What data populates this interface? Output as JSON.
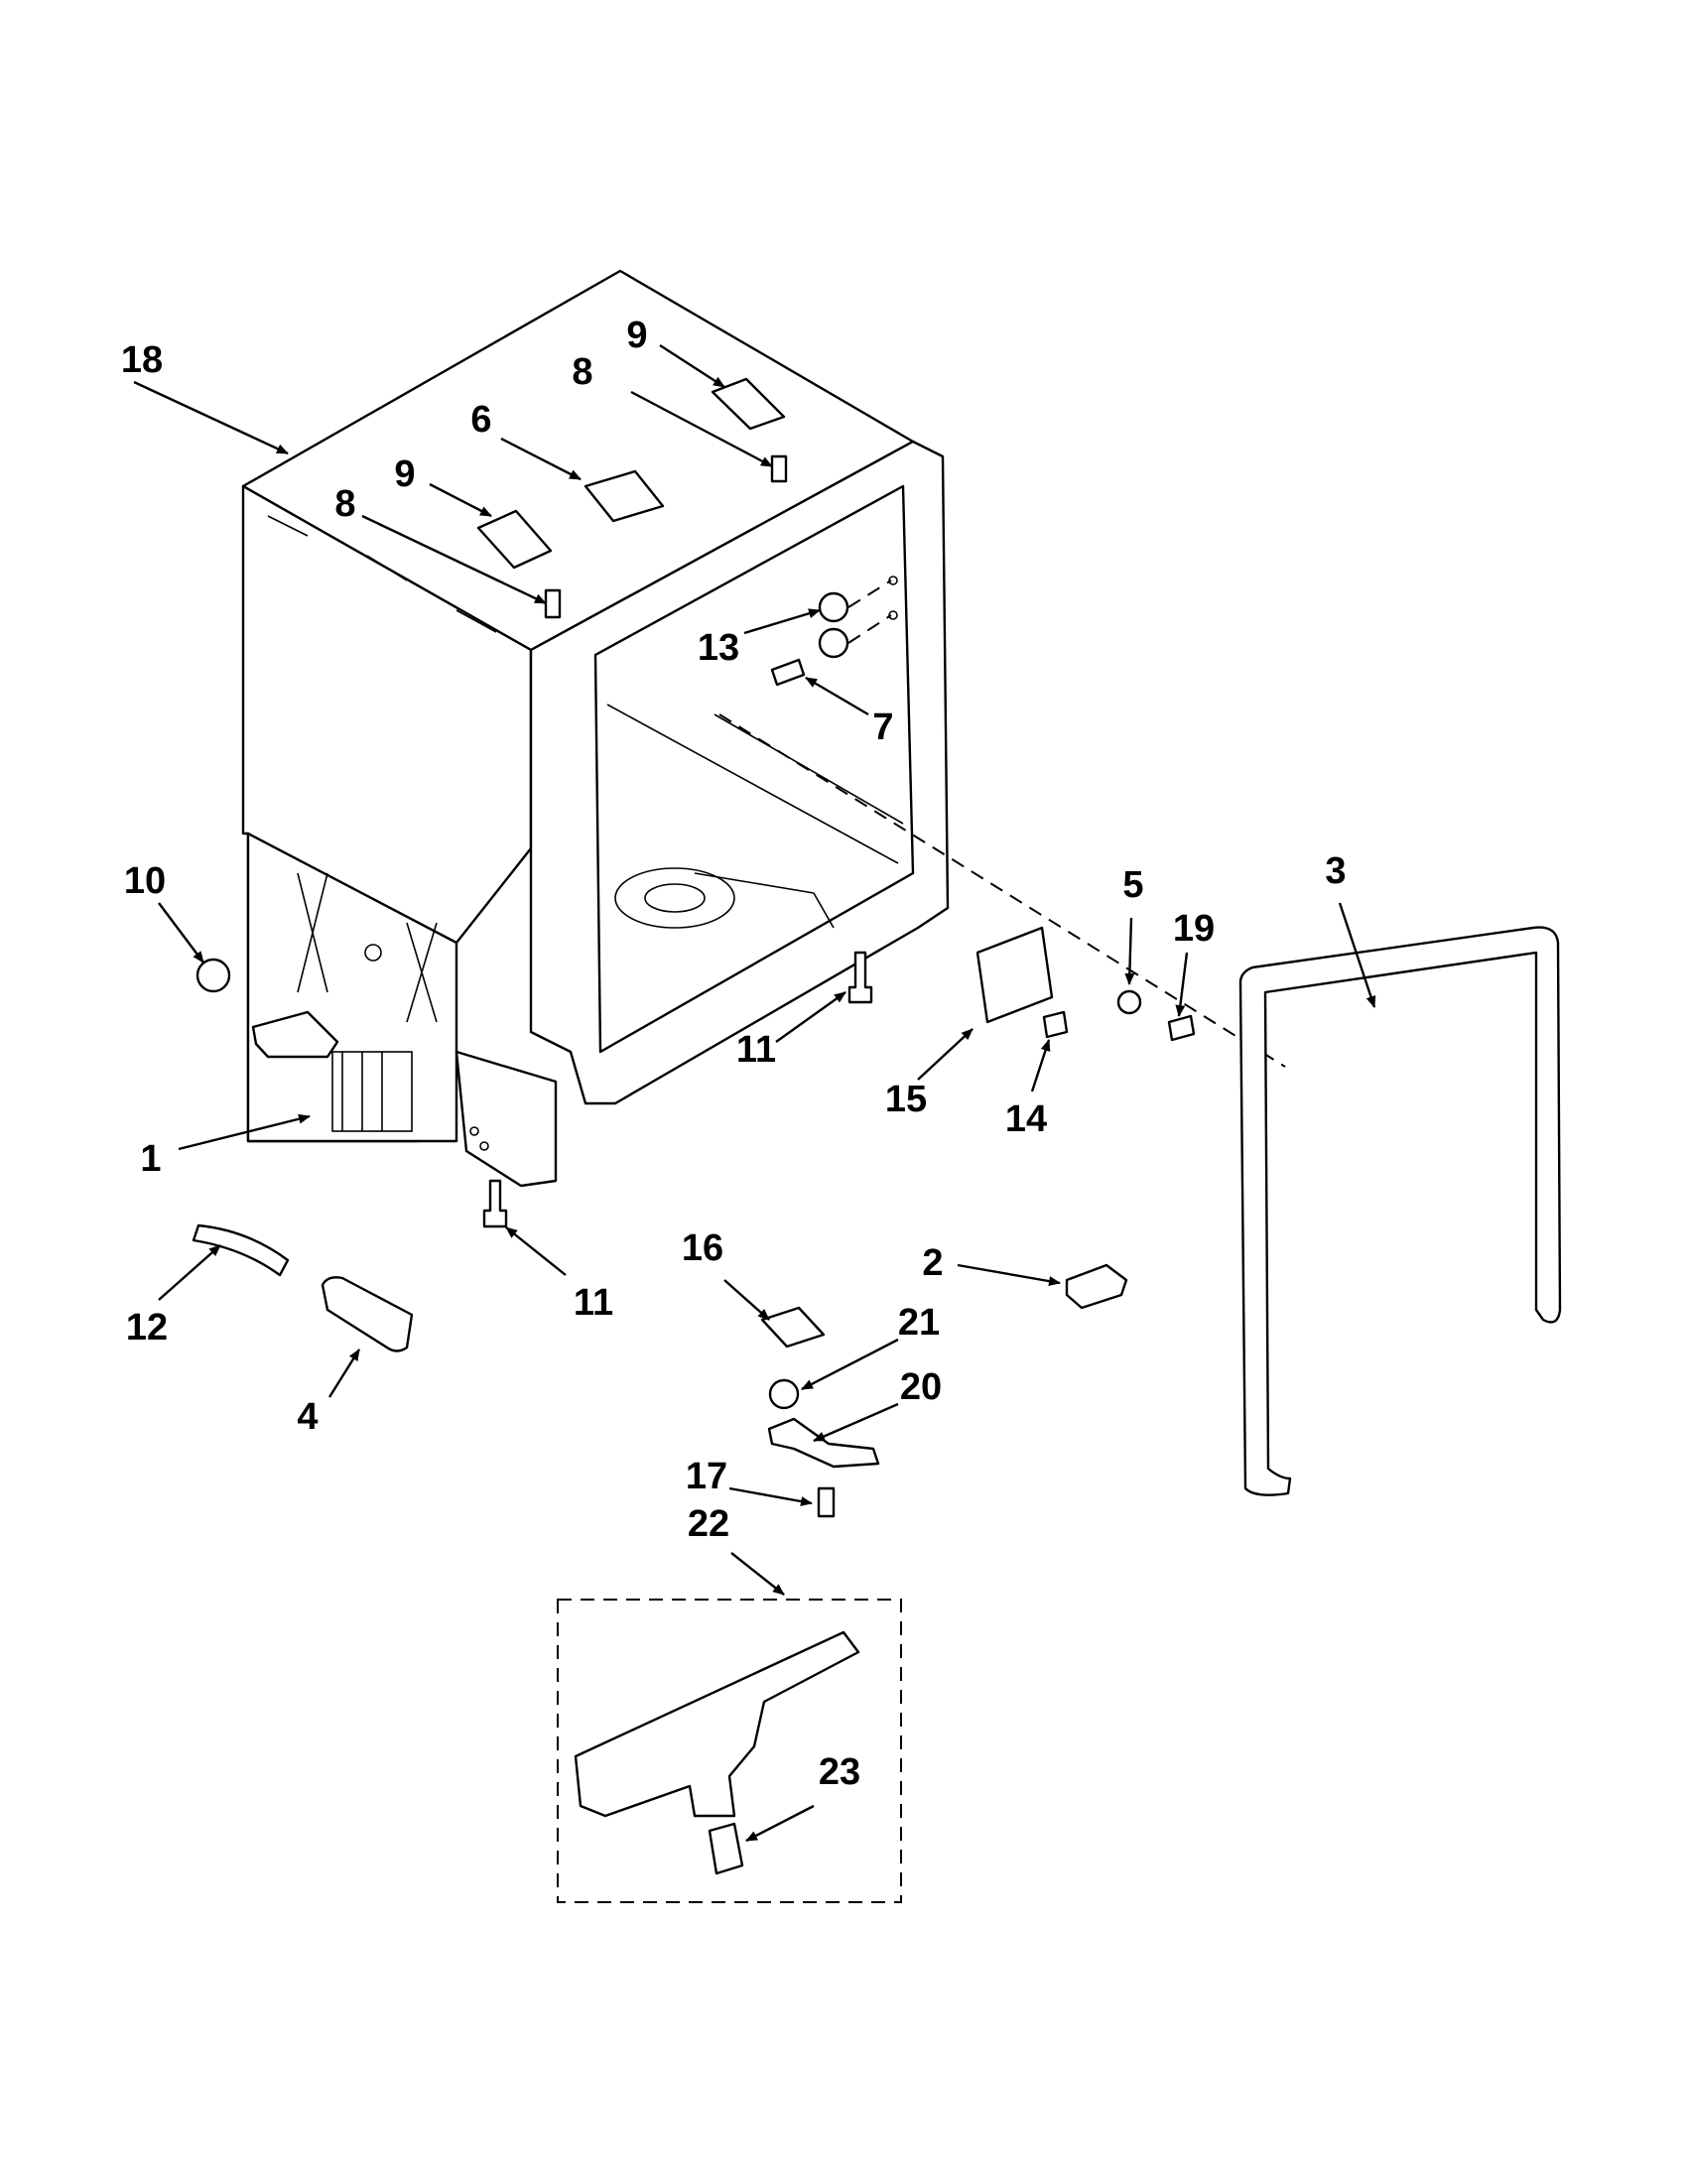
{
  "callouts": {
    "c1": "1",
    "c2": "2",
    "c3": "3",
    "c4": "4",
    "c5": "5",
    "c6": "6",
    "c7": "7",
    "c8a": "8",
    "c8b": "8",
    "c9a": "9",
    "c9b": "9",
    "c10": "10",
    "c11a": "11",
    "c11b": "11",
    "c12": "12",
    "c13": "13",
    "c14": "14",
    "c15": "15",
    "c16": "16",
    "c17": "17",
    "c18": "18",
    "c19": "19",
    "c20": "20",
    "c21": "21",
    "c22": "22",
    "c23": "23"
  }
}
